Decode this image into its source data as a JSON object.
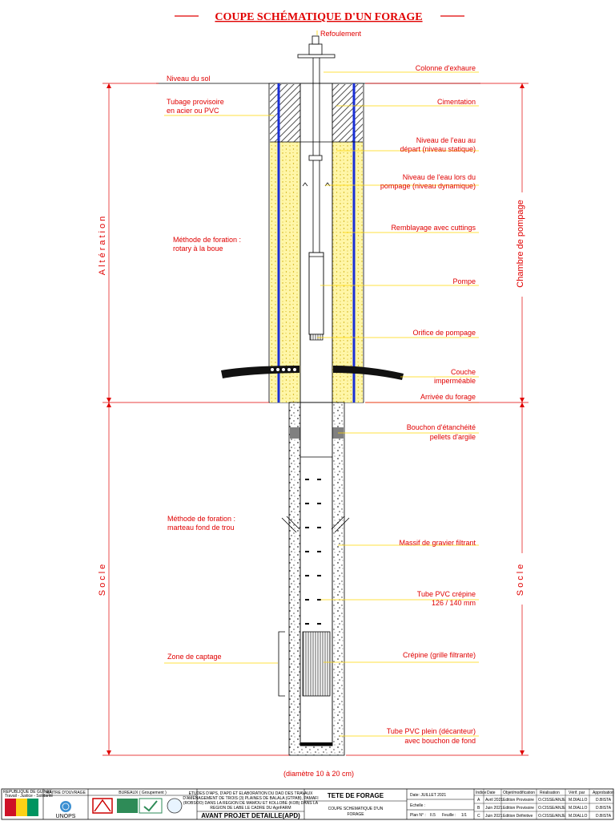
{
  "title": "COUPE SCHÉMATIQUE D'UN FORAGE",
  "labels": {
    "refoulement": "Refoulement",
    "niveau_sol": "Niveau du sol",
    "colonne": "Colonne d'exhaure",
    "tubage": [
      "Tubage provisoire",
      "en acier ou PVC"
    ],
    "cimentation": "Cimentation",
    "niveau_statique": [
      "Niveau de l'eau au",
      "départ (niveau statique)"
    ],
    "niveau_dynamique": [
      "Niveau de l'eau lors du",
      "pompage (niveau dynamique)"
    ],
    "remblayage": "Remblayage avec cuttings",
    "methode_rotary": [
      "Méthode de foration :",
      "rotary à la boue"
    ],
    "pompe": "Pompe",
    "orifice": "Orifice de pompage",
    "couche": [
      "Couche",
      "imperméable"
    ],
    "arrivee": "Arrivée du forage",
    "bouchon_etancheite": [
      "Bouchon d'étanchéité",
      "pellets d'argile"
    ],
    "methode_marteau": [
      "Méthode de foration :",
      "marteau fond de trou"
    ],
    "massif": "Massif de gravier filtrant",
    "tube_crepine": [
      "Tube PVC crépine",
      "126 / 140 mm"
    ],
    "zone_captage": "Zone de captage",
    "crepine": "Crépine (grille filtrante)",
    "tube_plein": [
      "Tube PVC plein (décanteur)",
      "avec bouchon de fond"
    ],
    "diametre": "(diamètre 10 à 20 cm)",
    "alteration": "Altération",
    "chambre_pompage": "Chambre de pompage",
    "socle_left": "Socle",
    "socle_right": "Socle"
  },
  "title_block": {
    "republique": "REPUBLIQUE DE GUINEE",
    "devise": "Travail - Justice - Solidarité",
    "maitre_ouvrage": "MAITRE D'OUVRAGE",
    "bureaux": "BUREAUX ( Groupement )",
    "unops": "UNOPS",
    "project_lines": [
      "ETUDES D'APS, D'APD ET ELABORATION DU DAO DES TRAVAUX",
      "D'AMENAGEMENT DE TROIS (3) PLAINES DE BALALA (GTPAB), PAMAFI",
      "(ROBSOO) DANS LA REGION DE MAMOU ET KOLLOBE (KOB) DANS LA",
      "REGION DE LABE LE CADRE DU AgriFARM"
    ],
    "phase": "AVANT PROJET DETAILLE(APD)",
    "sheet_title": "TETE DE FORAGE",
    "sheet_subtitle": [
      "COUPE SCHEMATIQUE D'UN",
      "FORAGE"
    ],
    "date_label": "Date: JUILLET 2021",
    "echelle_label": "Echelle :",
    "plan_label": "Plan N° :",
    "plan_value": "II.5",
    "feuille_label": "Feuille :",
    "feuille_value": "1/1",
    "rev_headers": [
      "Indice",
      "Date",
      "Objet/modification",
      "Réalisation",
      "Vérif. par",
      "Approbation"
    ],
    "rev_rows": [
      [
        "A",
        "Avril 2021",
        "Edition Provisoire",
        "O.CISSE/ANJE",
        "M.DIALLO",
        "D.BISTA"
      ],
      [
        "B",
        "Juin 2021",
        "Edition Provisoire",
        "O.CISSE/ANJE",
        "M.DIALLO",
        "D.BISTA"
      ],
      [
        "C",
        "Juin 2021",
        "Edition Définitive",
        "O.CISSE/ANJE",
        "M.DIALLO",
        "D.BISTA"
      ]
    ]
  },
  "colors": {
    "annotation": "#e00000",
    "leader": "#ffd700",
    "casing_blue": "#1a2fd6",
    "gravel_fill": "#fff6a8",
    "clay": "#808080"
  }
}
